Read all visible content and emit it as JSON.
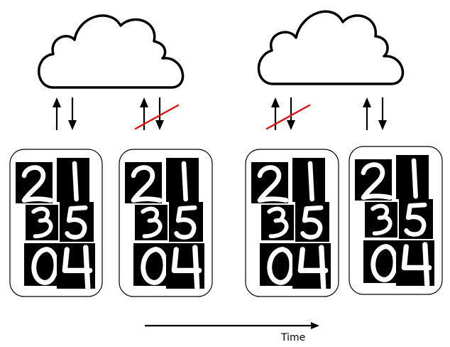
{
  "diagram": {
    "time_axis": {
      "label": "Time"
    },
    "clouds": [
      {
        "id": "cloud-1"
      },
      {
        "id": "cloud-2"
      }
    ],
    "clients": [
      {
        "id": "client-1",
        "upload_active": true,
        "download_active": true,
        "digits": [
          "2",
          "1",
          "3",
          "5",
          "0",
          "4"
        ]
      },
      {
        "id": "client-2",
        "upload_active": false,
        "download_active": false,
        "digits": [
          "2",
          "1",
          "3",
          "5",
          "0",
          "4"
        ]
      },
      {
        "id": "client-3",
        "upload_active": false,
        "download_active": false,
        "digits": [
          "2",
          "1",
          "3",
          "5",
          "0",
          "4"
        ]
      },
      {
        "id": "client-4",
        "upload_active": true,
        "download_active": true,
        "digits": [
          "2",
          "1",
          "3",
          "5",
          "0",
          "4"
        ]
      }
    ],
    "colors": {
      "cross": "#e01010",
      "stroke": "#000000",
      "digit_background": "#000000",
      "digit_ink": "#ffffff"
    }
  }
}
